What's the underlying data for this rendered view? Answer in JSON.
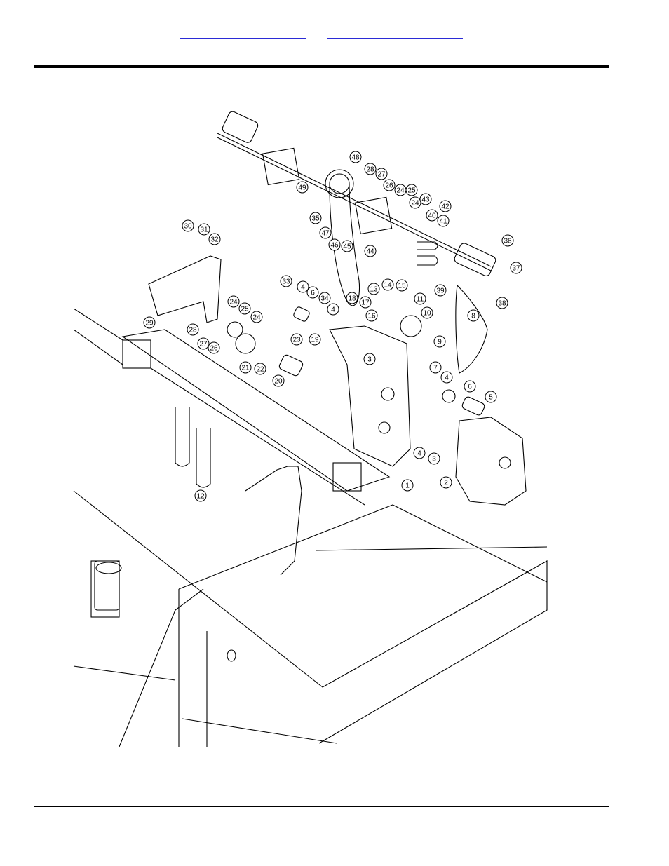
{
  "nav": {
    "link_left": "",
    "link_right": ""
  },
  "callouts": [
    {
      "id": "c1",
      "label": "1"
    },
    {
      "id": "c2",
      "label": "2"
    },
    {
      "id": "c3a",
      "label": "3"
    },
    {
      "id": "c3b",
      "label": "3"
    },
    {
      "id": "c4a",
      "label": "4"
    },
    {
      "id": "c4b",
      "label": "4"
    },
    {
      "id": "c4c",
      "label": "4"
    },
    {
      "id": "c4d",
      "label": "4"
    },
    {
      "id": "c5",
      "label": "5"
    },
    {
      "id": "c6a",
      "label": "6"
    },
    {
      "id": "c6b",
      "label": "6"
    },
    {
      "id": "c7",
      "label": "7"
    },
    {
      "id": "c8",
      "label": "8"
    },
    {
      "id": "c9",
      "label": "9"
    },
    {
      "id": "c10",
      "label": "10"
    },
    {
      "id": "c11",
      "label": "11"
    },
    {
      "id": "c12",
      "label": "12"
    },
    {
      "id": "c13",
      "label": "13"
    },
    {
      "id": "c14",
      "label": "14"
    },
    {
      "id": "c15",
      "label": "15"
    },
    {
      "id": "c16",
      "label": "16"
    },
    {
      "id": "c17",
      "label": "17"
    },
    {
      "id": "c18",
      "label": "18"
    },
    {
      "id": "c19",
      "label": "19"
    },
    {
      "id": "c20",
      "label": "20"
    },
    {
      "id": "c21",
      "label": "21"
    },
    {
      "id": "c22",
      "label": "22"
    },
    {
      "id": "c23",
      "label": "23"
    },
    {
      "id": "c24a",
      "label": "24"
    },
    {
      "id": "c24b",
      "label": "24"
    },
    {
      "id": "c24c",
      "label": "24"
    },
    {
      "id": "c24d",
      "label": "24"
    },
    {
      "id": "c25a",
      "label": "25"
    },
    {
      "id": "c25b",
      "label": "25"
    },
    {
      "id": "c26a",
      "label": "26"
    },
    {
      "id": "c26b",
      "label": "26"
    },
    {
      "id": "c27a",
      "label": "27"
    },
    {
      "id": "c27b",
      "label": "27"
    },
    {
      "id": "c28a",
      "label": "28"
    },
    {
      "id": "c28b",
      "label": "28"
    },
    {
      "id": "c29",
      "label": "29"
    },
    {
      "id": "c30",
      "label": "30"
    },
    {
      "id": "c31",
      "label": "31"
    },
    {
      "id": "c32",
      "label": "32"
    },
    {
      "id": "c33",
      "label": "33"
    },
    {
      "id": "c34",
      "label": "34"
    },
    {
      "id": "c35",
      "label": "35"
    },
    {
      "id": "c36",
      "label": "36"
    },
    {
      "id": "c37",
      "label": "37"
    },
    {
      "id": "c38",
      "label": "38"
    },
    {
      "id": "c39",
      "label": "39"
    },
    {
      "id": "c40",
      "label": "40"
    },
    {
      "id": "c41",
      "label": "41"
    },
    {
      "id": "c42",
      "label": "42"
    },
    {
      "id": "c43",
      "label": "43"
    },
    {
      "id": "c44",
      "label": "44"
    },
    {
      "id": "c45",
      "label": "45"
    },
    {
      "id": "c46",
      "label": "46"
    },
    {
      "id": "c47",
      "label": "47"
    },
    {
      "id": "c48",
      "label": "48"
    },
    {
      "id": "c49",
      "label": "49"
    }
  ]
}
